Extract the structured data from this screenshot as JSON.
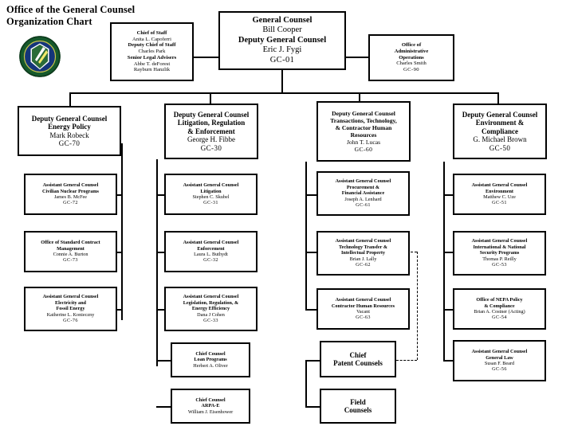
{
  "page": {
    "title_line1": "Office of the General Counsel",
    "title_line2": "Organization Chart",
    "seal_alt": "doe-seal"
  },
  "nodes": {
    "chief_of_staff": {
      "role1": "Chief of Staff",
      "name1": "Anita L. Capoferri",
      "role2": "Deputy Chief of Staff",
      "name2": "Charles Park",
      "role3": "Senior Legal Advisers",
      "name3": "Abbe T. deForest",
      "name4": "Rayburn Hanzlik"
    },
    "general_counsel": {
      "role1": "General Counsel",
      "name1": "Bill Cooper",
      "role2": "Deputy General Counsel",
      "name2": "Eric J. Fygi",
      "code": "GC-01"
    },
    "admin_operations": {
      "role_line1": "Office of",
      "role_line2": "Administrative",
      "role_line3": "Operations",
      "name": "Charles Smith",
      "code": "GC-90"
    },
    "dgc_energy_policy": {
      "role_line1": "Deputy General Counsel",
      "role_line2": "Energy Policy",
      "name": "Mark Robeck",
      "code": "GC-70"
    },
    "dgc_litigation": {
      "role_line1": "Deputy General Counsel",
      "role_line2": "Litigation, Regulation",
      "role_line3": "& Enforcement",
      "name": "George H. Fibbe",
      "code": "GC-30"
    },
    "dgc_transactions": {
      "role_line1": "Deputy General Counsel",
      "role_line2": "Transactions, Technology,",
      "role_line3": "& Contractor Human",
      "role_line4": "Resources",
      "name": "John T. Lucas",
      "code": "GC-60"
    },
    "dgc_environment": {
      "role_line1": "Deputy General Counsel",
      "role_line2": "Environment &",
      "role_line3": "Compliance",
      "name": "G. Michael Brown",
      "code": "GC-50"
    },
    "agc_civilian_nuclear": {
      "role_line1": "Assistant General Counsel",
      "role_line2": "Civilian Nuclear Programs",
      "name": "James B. McFee",
      "code": "GC-72"
    },
    "office_standard_contract": {
      "role_line1": "Office of Standard Contract",
      "role_line2": "Management",
      "name": "Connie A. Burton",
      "code": "GC-73"
    },
    "agc_electricity_fossil": {
      "role_line1": "Assistant General Counsel",
      "role_line2": "Electricity and",
      "role_line3": "Fossil Energy",
      "name": "Katherine L. Konieczny",
      "code": "GC-76"
    },
    "agc_litigation": {
      "role_line1": "Assistant General Counsel",
      "role_line2": "Litigation",
      "name": "Stephen C. Skubel",
      "code": "GC-31"
    },
    "agc_enforcement": {
      "role_line1": "Assistant General Counsel",
      "role_line2": "Enforcement",
      "name": "Laura L. Buthydt",
      "code": "GC-32"
    },
    "agc_legislation": {
      "role_line1": "Assistant General Counsel",
      "role_line2": "Legislation, Regulation, &",
      "role_line3": "Energy Efficiency",
      "name": "Dana J Cohen",
      "code": "GC-33"
    },
    "agc_procurement": {
      "role_line1": "Assistant General Counsel",
      "role_line2": "Procurement &",
      "role_line3": "Financial Assistance",
      "name": "Joseph A. Lenhard",
      "code": "GC-61"
    },
    "agc_tech_transfer": {
      "role_line1": "Assistant General Counsel",
      "role_line2": "Technology Transfer &",
      "role_line3": "Intellectual Property",
      "name": "Brian J. Lally",
      "code": "GC-62"
    },
    "agc_contractor_hr": {
      "role_line1": "Assistant General Counsel",
      "role_line2": "Contractor Human Resources",
      "name": "Vacant",
      "code": "GC-63"
    },
    "agc_environment": {
      "role_line1": "Assistant General Counsel",
      "role_line2": "Environment",
      "name": "Matthew C. Uze",
      "code": "GC-51"
    },
    "agc_international": {
      "role_line1": "Assistant General Counsel",
      "role_line2": "International & National",
      "role_line3": "Security Programs",
      "name": "Thomas P. Reilly",
      "code": "GC-53"
    },
    "office_nepa": {
      "role_line1": "Office of NEPA Policy",
      "role_line2": "& Compliance",
      "name": "Brian A. Costner (Acting)",
      "code": "GC-54"
    },
    "agc_general_law": {
      "role_line1": "Assistant General Counsel",
      "role_line2": "General Law",
      "name": "Susan F. Beard",
      "code": "GC-56"
    },
    "chief_counsel_loan": {
      "role_line1": "Chief Counsel",
      "role_line2": "Loan Programs",
      "name": "Herbert A. Oliver"
    },
    "chief_counsel_arpae": {
      "role_line1": "Chief Counsel",
      "role_line2": "ARPA-E",
      "name": "William J. Eisenhower"
    },
    "chief_patent_counsels": {
      "role_line1": "Chief",
      "role_line2": "Patent Counsels"
    },
    "field_counsels": {
      "role_line1": "Field",
      "role_line2": "Counsels"
    }
  },
  "colors": {
    "line": "#000000",
    "box_border": "#000000",
    "box_fill": "#ffffff",
    "page_bg": "#ffffff",
    "seal_outer": "#1d4f2b",
    "seal_inner": "#14357a"
  }
}
